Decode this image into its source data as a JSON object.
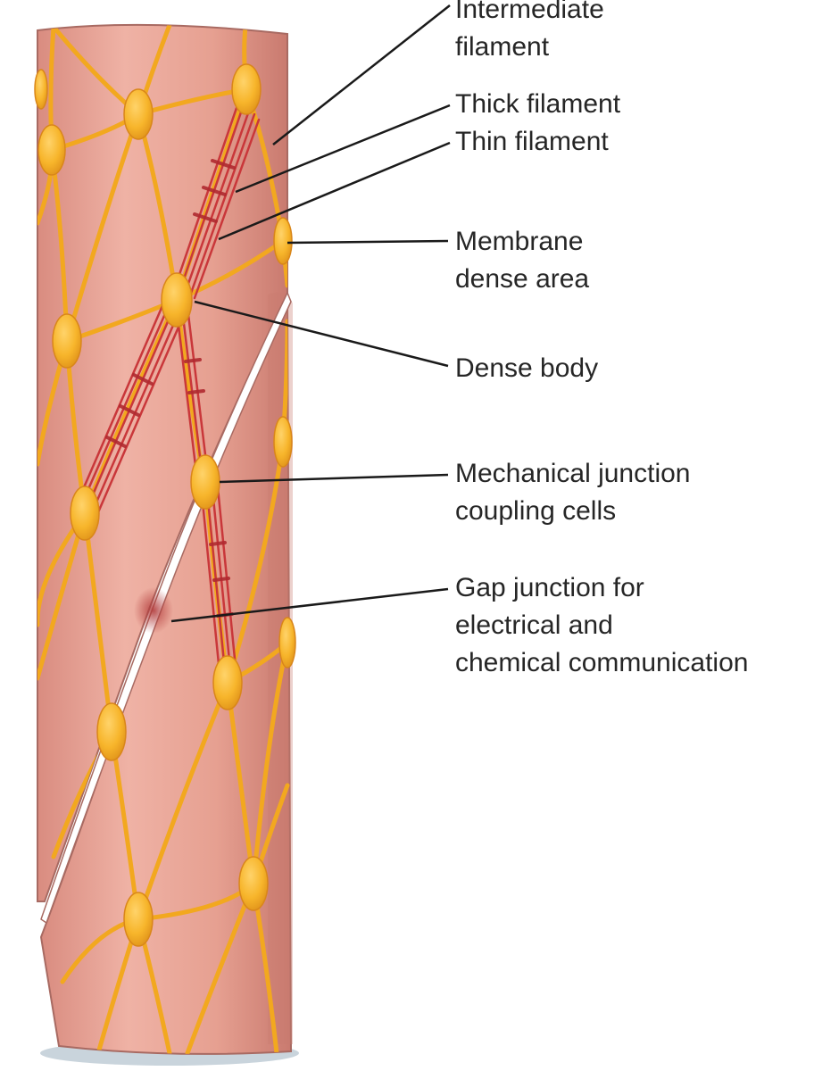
{
  "labels": {
    "intermediate_filament": [
      "Intermediate",
      "filament"
    ],
    "thick_filament": [
      "Thick filament"
    ],
    "thin_filament": [
      "Thin filament"
    ],
    "membrane_dense_area": [
      "Membrane",
      "dense area"
    ],
    "dense_body": [
      "Dense body"
    ],
    "mechanical_junction": [
      "Mechanical junction",
      "coupling cells"
    ],
    "gap_junction": [
      "Gap junction for",
      "electrical and",
      "chemical communication"
    ]
  },
  "colors": {
    "cell_fill": "#e9a596",
    "cell_shade": "#d9857a",
    "cell_outline": "#a86a62",
    "filament_network": "#f2a81f",
    "dense_body": "#f7b52b",
    "contractile": "#c9373a",
    "leader_line": "#1a1a1a",
    "label_text": "#262626"
  }
}
